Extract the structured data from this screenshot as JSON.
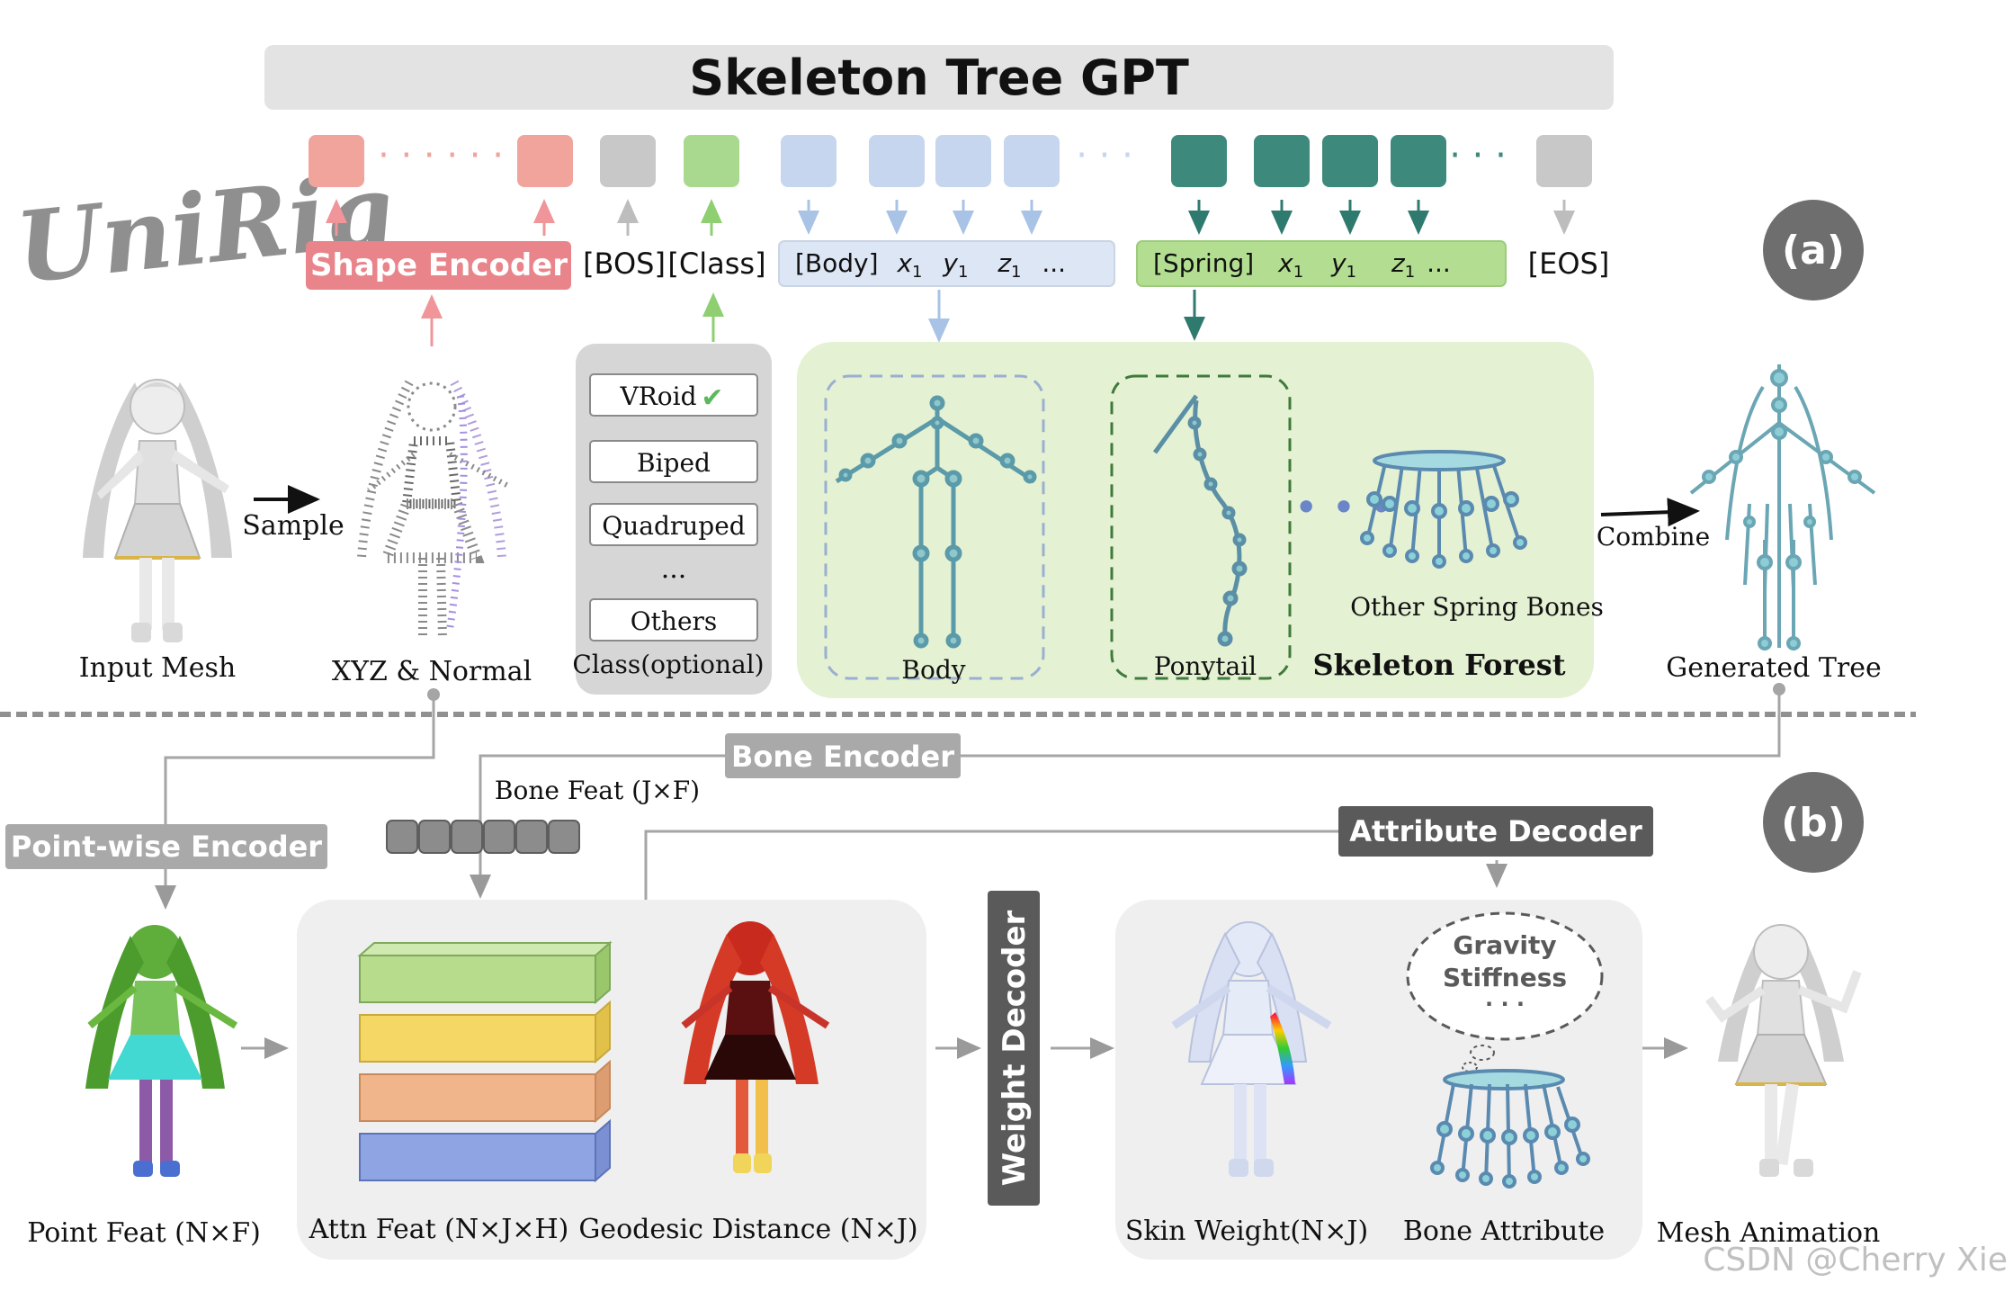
{
  "title": "Skeleton Tree GPT",
  "logo": "UniRig",
  "panel_labels": {
    "a": "(a)",
    "b": "(b)"
  },
  "tokens": {
    "shape_encoder": "Shape Encoder",
    "bos": "[BOS]",
    "class": "[Class]",
    "body_seq": {
      "head": "[Body]",
      "x": "x",
      "y": "y",
      "z": "z",
      "sub": "1",
      "ellipsis": "..."
    },
    "spring_seq": {
      "head": "[Spring]",
      "x": "x",
      "y": "y",
      "z": "z",
      "sub": "1",
      "ellipsis": "..."
    },
    "eos": "[EOS]"
  },
  "colors": {
    "shape_token": "#f0a49c",
    "shape_encoder": "#e8848a",
    "bos_token": "#c8c8c8",
    "class_token": "#a9d98f",
    "body_token": "#c5d6ee",
    "spring_token": "#3d8a7d",
    "eos_token": "#c8c8c8",
    "forest_bg": "#e4f1d3",
    "spring_bar": "#b3de92",
    "body_bar": "#dde6f4",
    "section_divider": "#909090",
    "encoder_label_bg": "#a9a9a9",
    "decoder_bg": "#5a5a5a"
  },
  "classes": {
    "items": [
      "VRoid",
      "Biped",
      "Quadruped",
      "...",
      "Others"
    ],
    "checkmark": "✔",
    "caption": "Class(optional)"
  },
  "pipeline_a": {
    "input_mesh": "Input Mesh",
    "sample": "Sample",
    "xyz_normal": "XYZ & Normal",
    "body": "Body",
    "ponytail": "Ponytail",
    "other_spring": "Other Spring Bones",
    "forest": "Skeleton Forest",
    "combine": "Combine",
    "generated_tree": "Generated Tree"
  },
  "pipeline_b": {
    "bone_encoder": "Bone Encoder",
    "bone_feat": "Bone Feat (J×F)",
    "point_encoder": "Point-wise Encoder",
    "attribute_decoder": "Attribute Decoder",
    "point_feat": "Point Feat (N×F)",
    "attn_feat": "Attn Feat (N×J×H)",
    "geodesic": "Geodesic Distance (N×J)",
    "weight_decoder": "Weight Decoder",
    "gravity": "Gravity",
    "stiffness": "Stiffness",
    "dots": "· · ·",
    "skin_weight": "Skin Weight(N×J)",
    "bone_attribute": "Bone Attribute",
    "mesh_animation": "Mesh Animation"
  },
  "watermark": "CSDN @Cherry Xie"
}
